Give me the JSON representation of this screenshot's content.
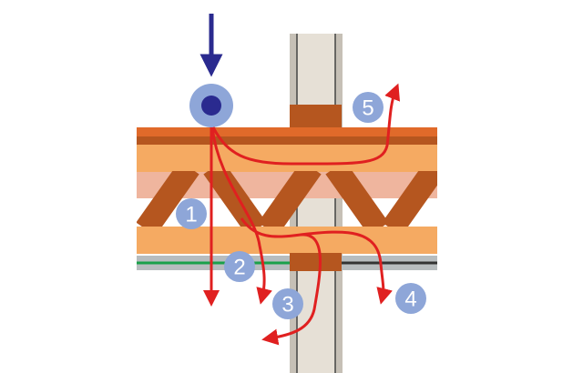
{
  "diagram": {
    "type": "pcb-cross-section-signal-paths",
    "colors": {
      "copper_top": "#e06a2a",
      "copper_dark": "#b5561f",
      "laminate": "#f5aa62",
      "prepreg": "#efb59e",
      "fiber": "#b5561f",
      "solder_mask": "#b7bcbe",
      "trace_green": "#1aa04a",
      "trace_black": "#333333",
      "via_outer": "#c6c0b6",
      "via_inner": "#e6e0d6",
      "path_red": "#e02020",
      "badge_blue": "#8ea6d8",
      "source_blue": "#2a2a8f"
    },
    "badges": [
      "1",
      "2",
      "3",
      "4",
      "5"
    ]
  }
}
